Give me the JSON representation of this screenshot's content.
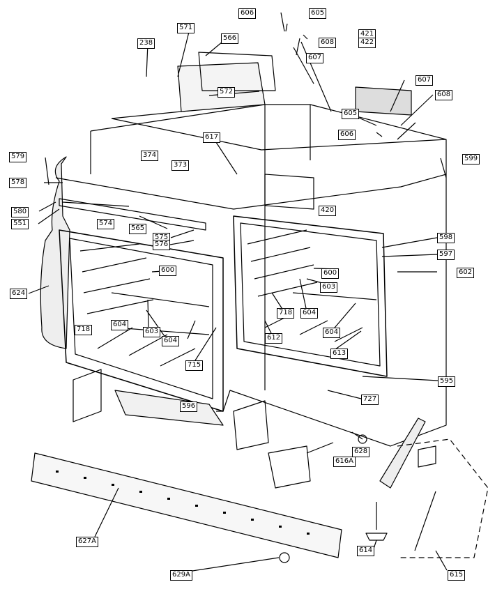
{
  "diagram": {
    "type": "exploded-parts-diagram",
    "part_numbers": [
      "606",
      "605",
      "608",
      "607",
      "571",
      "566",
      "238",
      "572",
      "421",
      "422",
      "607",
      "608",
      "605",
      "606",
      "617",
      "579",
      "374",
      "373",
      "578",
      "580",
      "551",
      "574",
      "565",
      "575",
      "576",
      "420",
      "599",
      "598",
      "597",
      "624",
      "600",
      "602",
      "600",
      "603",
      "718",
      "604",
      "603",
      "604",
      "718",
      "612",
      "604",
      "613",
      "715",
      "596",
      "595",
      "727",
      "628",
      "616A",
      "627A",
      "614",
      "615",
      "629A"
    ]
  }
}
